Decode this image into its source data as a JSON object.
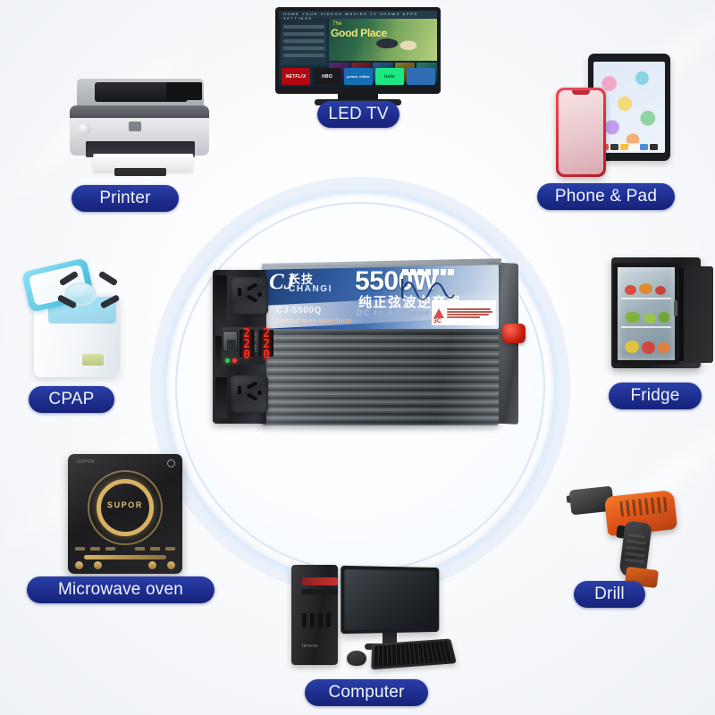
{
  "page": {
    "type": "product-application-infographic",
    "background_color": "#f7f8fa",
    "accent_color": "#1f2f91",
    "ring_color": "#eaf1fb"
  },
  "labels": [
    {
      "id": "printer",
      "text": "Printer"
    },
    {
      "id": "led-tv",
      "text": "LED TV"
    },
    {
      "id": "phone-pad",
      "text": "Phone & Pad"
    },
    {
      "id": "cpap",
      "text": "CPAP"
    },
    {
      "id": "fridge",
      "text": "Fridge"
    },
    {
      "id": "microwave",
      "text": "Microwave oven"
    },
    {
      "id": "computer",
      "text": "Computer"
    },
    {
      "id": "drill",
      "text": "Drill"
    }
  ],
  "product": {
    "brand_cn": "长技",
    "brand_en": "CHANGI",
    "logo_letter": "CJ",
    "wattage": "5500W",
    "title_cn": "纯正弦波逆变器",
    "title_en": "DC to AC  power inverter",
    "model": "CJ-5500Q",
    "waveform_note": "Output sine waveform",
    "displays": [
      {
        "name": "input-voltage-display",
        "value": "220",
        "label": "INPUT VOLT",
        "color": "#ff2b1d"
      },
      {
        "name": "output-voltage-display",
        "value": "220",
        "label": "OUTPUT VOLT",
        "color": "#ff2b1d"
      }
    ],
    "indicators": [
      {
        "name": "power-led",
        "color": "#2fd14a"
      },
      {
        "name": "fault-led",
        "color": "#ff3b2e"
      }
    ],
    "warning_badge": {
      "symbol": "⚠",
      "text_cn": "3C",
      "color": "#cc2a22"
    },
    "sockets": [
      {
        "name": "ac-socket-top"
      },
      {
        "name": "ac-socket-bottom"
      }
    ],
    "power_switch": {
      "name": "power-switch",
      "state": "on"
    },
    "terminal_knob": {
      "name": "positive-terminal-knob",
      "color": "#c81f12"
    }
  },
  "tv_screen": {
    "nav_items": "HOME  YOUR VIDEOS  MOVIES  TV SHOWS  APPS  SETTINGS",
    "hero_small": "The",
    "hero_title": "Good Place",
    "apps": [
      {
        "name": "netflix-tile",
        "text": "NETFLIX",
        "color": "#b20710"
      },
      {
        "name": "hbo-tile",
        "text": "HBO",
        "color": "#1b1b1f"
      },
      {
        "name": "prime-tile",
        "text": "prime video",
        "color": "#146eb4"
      },
      {
        "name": "hulu-tile",
        "text": "hulu",
        "color": "#1ce783"
      },
      {
        "name": "playstation-tile",
        "text": "",
        "color": "#2e6db4"
      }
    ]
  },
  "induction_cooker": {
    "brand": "SUPOR",
    "ring_color": "#d9b264",
    "body_color": "#1c1c1e"
  }
}
